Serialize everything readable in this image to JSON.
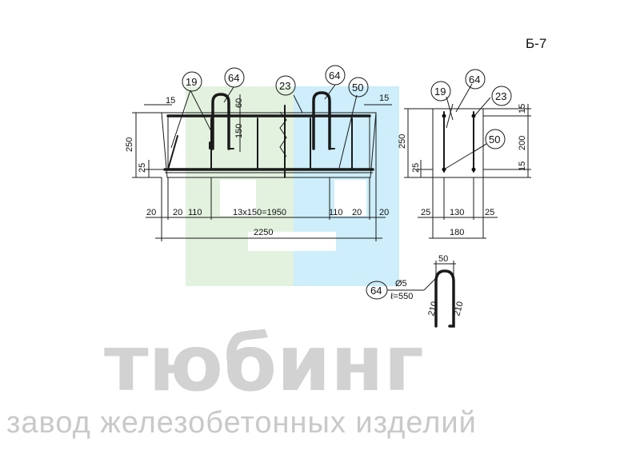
{
  "drawing_code": "Б-7",
  "front_view": {
    "callouts": [
      "19",
      "64",
      "23",
      "64",
      "50"
    ],
    "dims": {
      "top_left": "15",
      "top_right": "15",
      "height": "250",
      "bottom_left": "25",
      "hook_top": "60",
      "hook_len": "150",
      "bottom_row": [
        "20",
        "20",
        "110",
        "13x150=1950",
        "110",
        "20",
        "20"
      ],
      "total": "2250"
    }
  },
  "side_view": {
    "callouts": [
      "19",
      "64",
      "23",
      "50"
    ],
    "dims": {
      "height": "250",
      "bottom_left": "25",
      "right_top": "15",
      "right_mid": "200",
      "right_bottom": "15",
      "bottom_row": [
        "25",
        "130",
        "25"
      ],
      "total": "180"
    }
  },
  "detail": {
    "mark": "64",
    "diameter": "Ø5",
    "length": "ℓ=550",
    "width": "50",
    "leg_left": "210",
    "leg_right": "210"
  },
  "watermark": {
    "brand": "тюбинг",
    "tagline": "завод железобетонных изделий",
    "colors": {
      "green": "#e3f2df",
      "blue": "#cdeefa"
    }
  }
}
